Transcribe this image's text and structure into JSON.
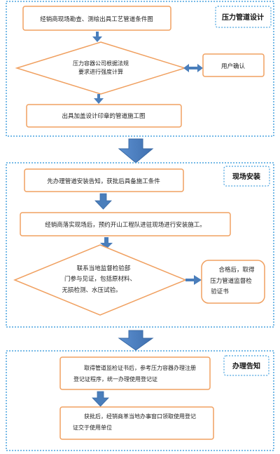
{
  "sections": {
    "design": {
      "title": "压力管道设计",
      "step1": "经销商现场勘查、测绘出具工艺管道条件图",
      "decision_line1": "压力容器公司根据法规",
      "decision_line2": "要求进行强度计算",
      "side_box": "用户确认",
      "step3": "出具加盖设计印章的管道施工图"
    },
    "install": {
      "title": "现场安装",
      "step1": "先办理管道安装告知，获批后具备施工条件",
      "step2": "经销商落实现场后，预约开山工程队进驻现场进行安装施工。",
      "decision_line1": "联系当地监督检验部",
      "decision_line2": "门参与见证，包括原材料、",
      "decision_line3": "无损检测、水压试验。",
      "side_line1": "合格后，取得",
      "side_line2": "压力管道监督检",
      "side_line3": "验证书"
    },
    "notify": {
      "title": "办理告知",
      "step1_line1": "取得管道监检证书后，参考压力容器办理注册",
      "step1_line2": "登记证程序，统一办理使用登记证",
      "step2_line1": "获批后，经销商革当地办事窗口领取使用登记",
      "step2_line2": "证交于使用单位"
    }
  },
  "colors": {
    "box_border": "#f0a060",
    "arrow_fill": "#4a7ebb",
    "section_border": "#4aa3df",
    "title_box_border": "#4aa3df"
  }
}
